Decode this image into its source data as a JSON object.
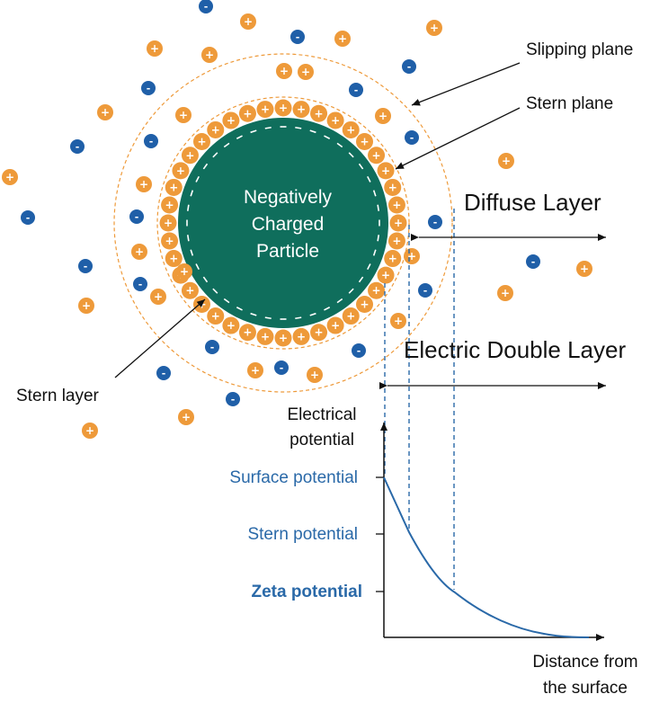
{
  "colors": {
    "particle": "#0f6e5c",
    "positive_ion": "#ee9a3a",
    "negative_ion": "#1f5fa8",
    "potential_curve": "#2a69a8",
    "potential_label": "#2a69a8",
    "dashed_ring": "#ee9a3a",
    "arrow": "#111111"
  },
  "particle": {
    "line1": "Negatively",
    "line2": "Charged",
    "line3": "Particle"
  },
  "ion_signs": {
    "positive": "+",
    "negative": "-"
  },
  "labels": {
    "slipping_plane": "Slipping plane",
    "stern_plane": "Stern plane",
    "diffuse_layer": "Diffuse Layer",
    "electric_double_layer": "Electric Double Layer",
    "stern_layer": "Stern layer"
  },
  "graph": {
    "y_axis_line1": "Electrical",
    "y_axis_line2": "potential",
    "x_axis_line1": "Distance from",
    "x_axis_line2": "the surface",
    "surface_potential": "Surface potential",
    "stern_potential": "Stern potential",
    "zeta_potential": "Zeta potential"
  }
}
